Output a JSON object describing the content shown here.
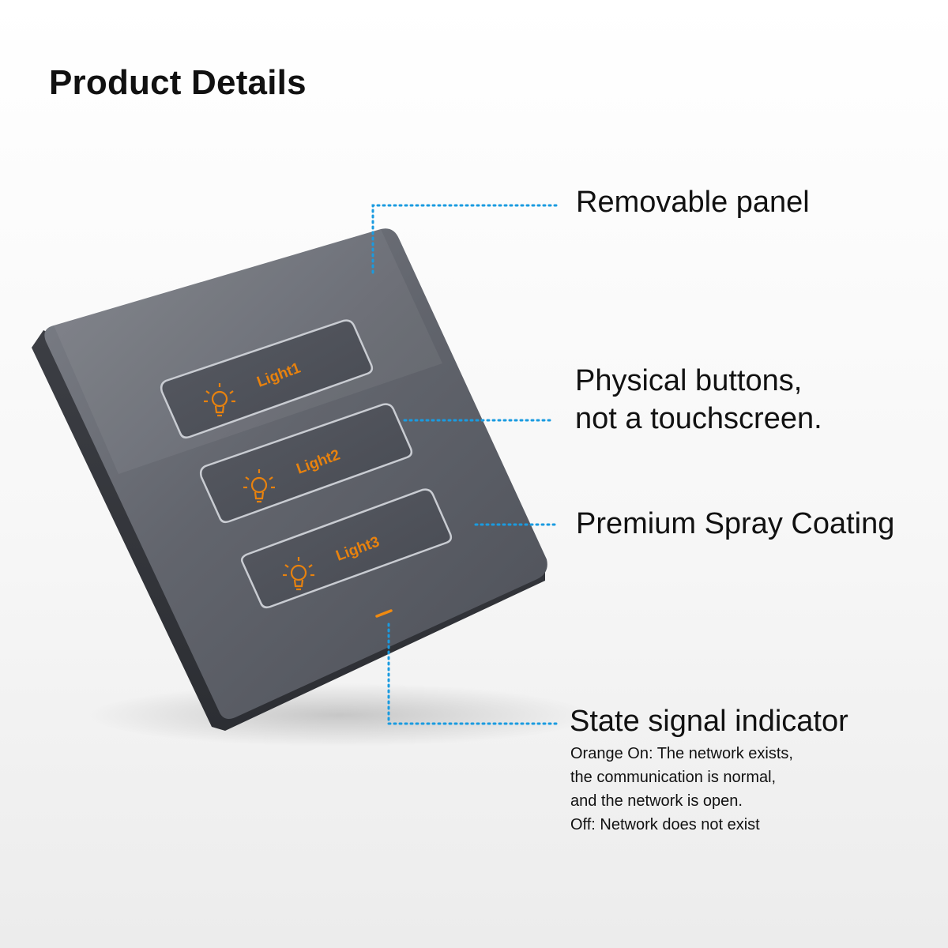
{
  "title": "Product Details",
  "panel": {
    "buttons": [
      {
        "label": "Light1",
        "icon": "lightbulb-icon"
      },
      {
        "label": "Light2",
        "icon": "lightbulb-icon"
      },
      {
        "label": "Light3",
        "icon": "lightbulb-icon"
      }
    ],
    "accent_color": "#e8820e",
    "panel_color": "#5d6068"
  },
  "callouts": {
    "removable_panel": "Removable panel",
    "physical_buttons_line1": "Physical buttons,",
    "physical_buttons_line2": "not a touchscreen.",
    "spray_coating": "Premium Spray Coating",
    "indicator_title": "State signal indicator",
    "indicator_desc": [
      "Orange On: The network exists,",
      "the communication is normal,",
      "and the network is open.",
      "Off: Network does not exist"
    ]
  },
  "leader_color": "#1a9be0"
}
